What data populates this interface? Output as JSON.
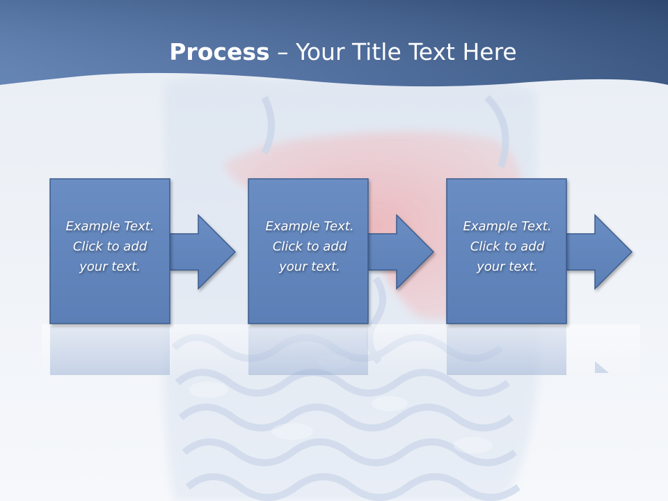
{
  "title": {
    "bold": "Process",
    "rest": " – Your Title Text Here"
  },
  "steps": [
    {
      "line1": "Example Text.",
      "line2": "Click  to add",
      "line3": "your text."
    },
    {
      "line1": "Example Text.",
      "line2": "Click  to add",
      "line3": "your text."
    },
    {
      "line1": "Example Text.",
      "line2": "Click  to add",
      "line3": "your text."
    }
  ],
  "colors": {
    "banner": "#3f5f91",
    "box_fill": "#6386bd",
    "box_border": "#3b5b8c",
    "accent_organ": "#f07a7a"
  }
}
